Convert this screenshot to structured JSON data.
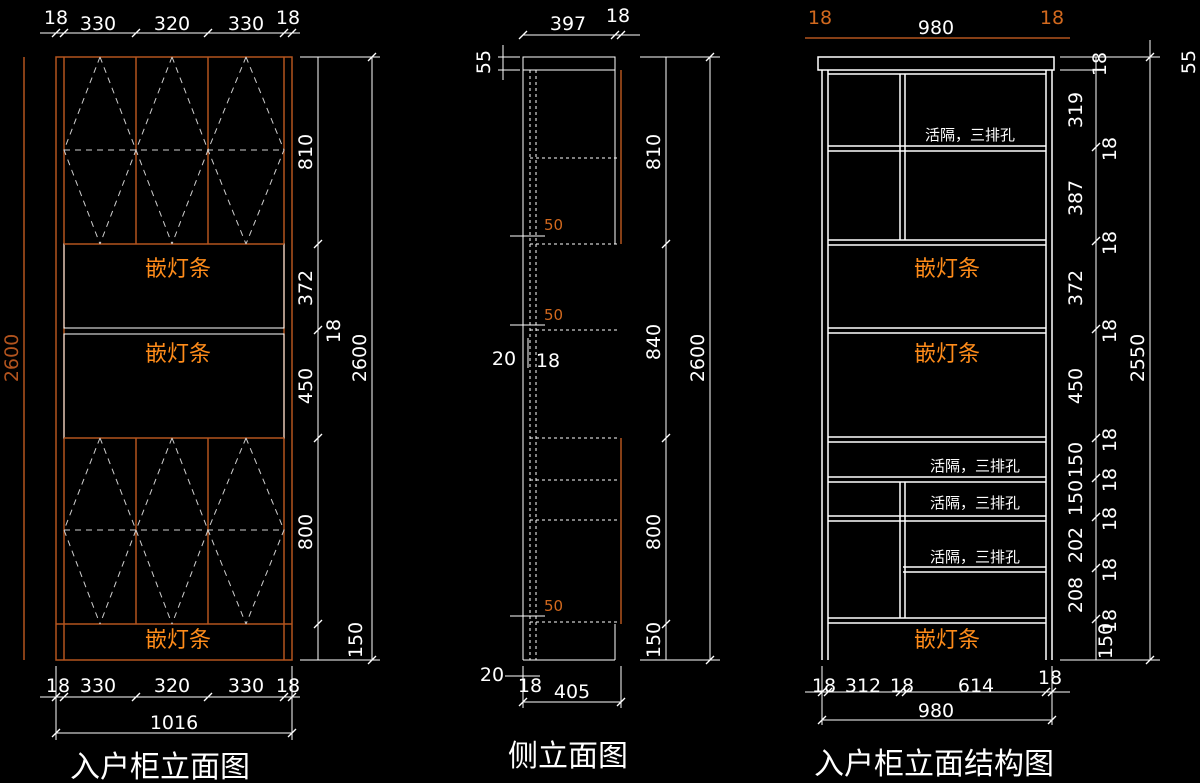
{
  "titles": {
    "front": "入户柜立面图",
    "side": "侧立面图",
    "structure": "入户柜立面结构图"
  },
  "labels": {
    "light_strip": "嵌灯条",
    "shelf_note": "活隔，三排孔"
  },
  "front": {
    "top_dims": [
      "18",
      "330",
      "320",
      "330",
      "18"
    ],
    "bottom_dims": [
      "18",
      "330",
      "320",
      "330",
      "18"
    ],
    "total_width": "1016",
    "left_height": "2600",
    "right_height": "2600",
    "right_dims": [
      "810",
      "372",
      "18",
      "450",
      "800",
      "150"
    ]
  },
  "side": {
    "top_dims": [
      "55",
      "397",
      "18"
    ],
    "right_dims": [
      "810",
      "840",
      "800",
      "150"
    ],
    "total_height": "2600",
    "offsets": [
      "50",
      "50",
      "50"
    ],
    "small_dims": [
      "20",
      "18"
    ],
    "bottom_dims": [
      "20",
      "18",
      "405"
    ]
  },
  "structure": {
    "top_dims": [
      "18",
      "980",
      "18"
    ],
    "right_dims": [
      "18",
      "319",
      "18",
      "387",
      "18",
      "372",
      "18",
      "450",
      "18",
      "150",
      "18",
      "150",
      "18",
      "202",
      "18",
      "208",
      "18",
      "150"
    ],
    "outer_dims": [
      "55",
      "2550"
    ],
    "bottom_dims": [
      "18",
      "312",
      "18",
      "614",
      "18"
    ],
    "bottom_total": "980"
  },
  "colors": {
    "line": "#ffffff",
    "panel": "#8b4513",
    "highlight": "#ff8c1a"
  }
}
